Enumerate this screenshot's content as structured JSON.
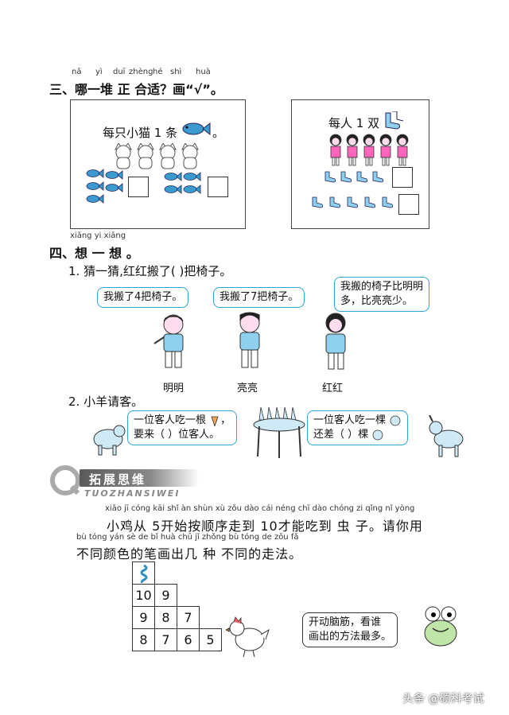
{
  "section3": {
    "pinyin": [
      "nǎ",
      "yì",
      "duī",
      "zhèng",
      "hé",
      "shì",
      "huà"
    ],
    "title": "三、哪一堆 正 合适？画“√”。",
    "left_caption": "每只小猫 1 条",
    "left_caption_end": "。",
    "right_caption": "每人 1 双"
  },
  "section4": {
    "pinyin": "xiǎng yi xiǎng",
    "title": "四、想 一 想 。",
    "q1": "1. 猜一猜,红红搬了(        )把椅子。",
    "bubble1": "我搬了4把椅子。",
    "bubble2": "我搬了7把椅子。",
    "bubble3_line1": "我搬的椅子比明明",
    "bubble3_line2": "多，比亮亮少。",
    "names": [
      "明明",
      "亮亮",
      "红红"
    ],
    "q2": "2. 小羊请客。",
    "bubble4_line1": "一位客人吃一根",
    "bubble4_line2": "要来（      ）位客人。",
    "bubble5_line1": "一位客人吃一棵",
    "bubble5_line2": "还差（      ）棵"
  },
  "extension": {
    "banner_title": "拓展思维",
    "banner_sub": "TUOZHANSIWEI",
    "pinyin1": "xiǎo jī cóng      kāi shǐ àn shùn xù zǒu dào      cái néng chī dào chóng  zi      qǐng nǐ yòng",
    "line1": "小鸡从 5开始按顺序走到 10才能吃到 虫 子。请你用",
    "pinyin2": "bù tóng yán sè de   bǐ huà chū   jǐ   zhǒng bù tóng de zǒu fǎ",
    "line2": "不同颜色的笔画出几 种 不同的走法。",
    "grid_row1": [
      "10",
      "9"
    ],
    "grid_row2": [
      "9",
      "8",
      "7"
    ],
    "grid_row3": [
      "8",
      "7",
      "6",
      "5"
    ],
    "frog_bubble_line1": "开动脑筋，看谁",
    "frog_bubble_line2": "画出的方法最多。"
  },
  "watermark": "头条 @硕科考试"
}
